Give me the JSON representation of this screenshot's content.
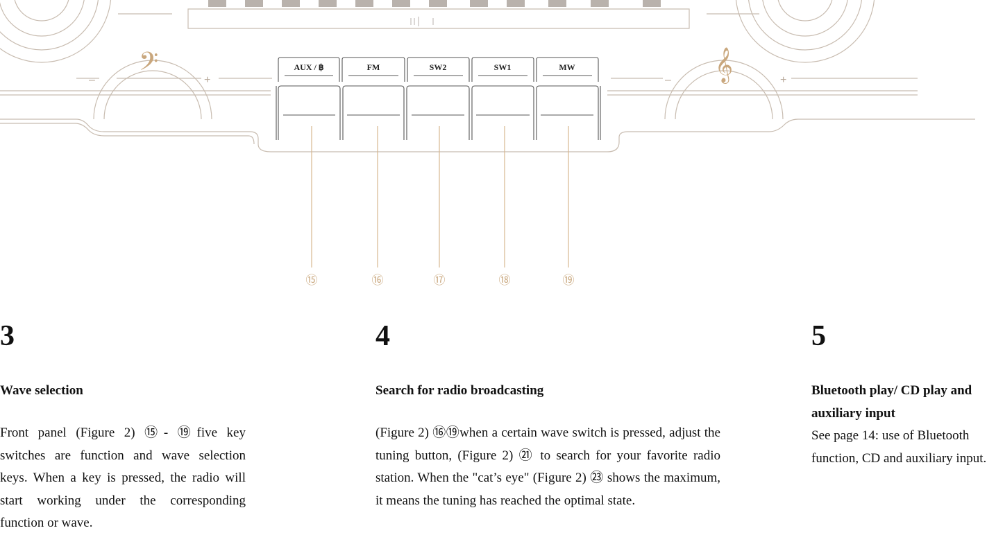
{
  "illustration": {
    "keys": [
      "AUX / ฿",
      "FM",
      "SW2",
      "SW1",
      "MW"
    ],
    "callouts": [
      "⑮",
      "⑯",
      "⑰",
      "⑱",
      "⑲"
    ],
    "bass_clef": "𝄢",
    "treble_clef": "𝄞",
    "minus": "–",
    "plus": "+",
    "accent_color": "#c9a77d",
    "line_color": "#c8bcb0"
  },
  "sections": [
    {
      "number": "3",
      "heading": "Wave selection",
      "body": "Front panel (Figure 2) ⑮- ⑲five key switches are function and wave selection keys. When a key is pressed, the radio will start working under the corresponding function or wave."
    },
    {
      "number": "4",
      "heading": "Search for radio broadcasting",
      "body": "(Figure 2) ⑯⑲when a certain wave switch is pressed, adjust the tuning button, (Figure 2) ㉑ to search for your favorite radio station. When the \"cat’s eye\" (Figure 2) ㉓ shows the maximum, it means the tuning has reached the optimal state."
    },
    {
      "number": "5",
      "heading": "Bluetooth play/ CD play and auxiliary input",
      "body": "See page 14: use of Bluetooth function, CD and auxiliary input."
    }
  ]
}
